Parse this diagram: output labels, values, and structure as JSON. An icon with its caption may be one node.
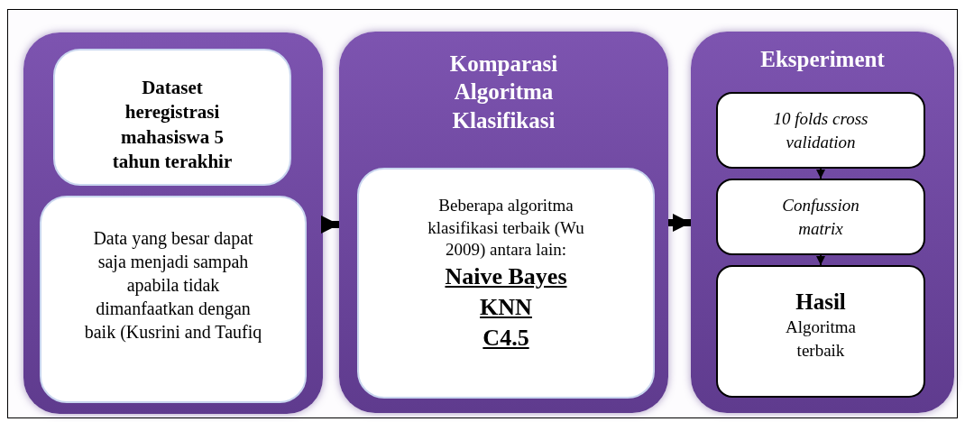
{
  "diagram": {
    "nodes": [
      {
        "text": [],
        "shape": "box"
      },
      {
        "text": [
          "Dataset heregistrasi mahasiswa 5 tahun terakhir"
        ],
        "in": 0
      },
      {
        "text": [
          "Data yang besar dapat saja menjadi sampah apabila tidak dimanfaatkan dengan baik (Kusrini and Taufiq"
        ],
        "in": 0
      },
      {
        "text": [
          "Komparasi Algoritma Klasifikasi"
        ]
      },
      {
        "text": [
          "Beberapa algoritma klasifikasi terbaik (Wu 2009) antara lain:",
          "Naive Bayes",
          "KNN",
          "C4.5"
        ],
        "in": 3
      },
      {
        "text": [
          "Eksperiment"
        ]
      },
      {
        "text": [
          "10 folds cross validation"
        ],
        "in": 5
      },
      {
        "text": [
          "Confussion matrix"
        ],
        "in": 5
      },
      {
        "text": [
          "Hasil",
          "Algoritma terbaik"
        ],
        "in": 5
      }
    ],
    "edges": [
      {
        "from": 0,
        "to": 3,
        "arrow": "to",
        "style": "thick"
      },
      {
        "from": 3,
        "to": 5,
        "arrow": "to",
        "style": "thick"
      },
      {
        "from": 6,
        "to": 7,
        "arrow": "to"
      },
      {
        "from": 7,
        "to": 8,
        "arrow": "to"
      }
    ]
  }
}
